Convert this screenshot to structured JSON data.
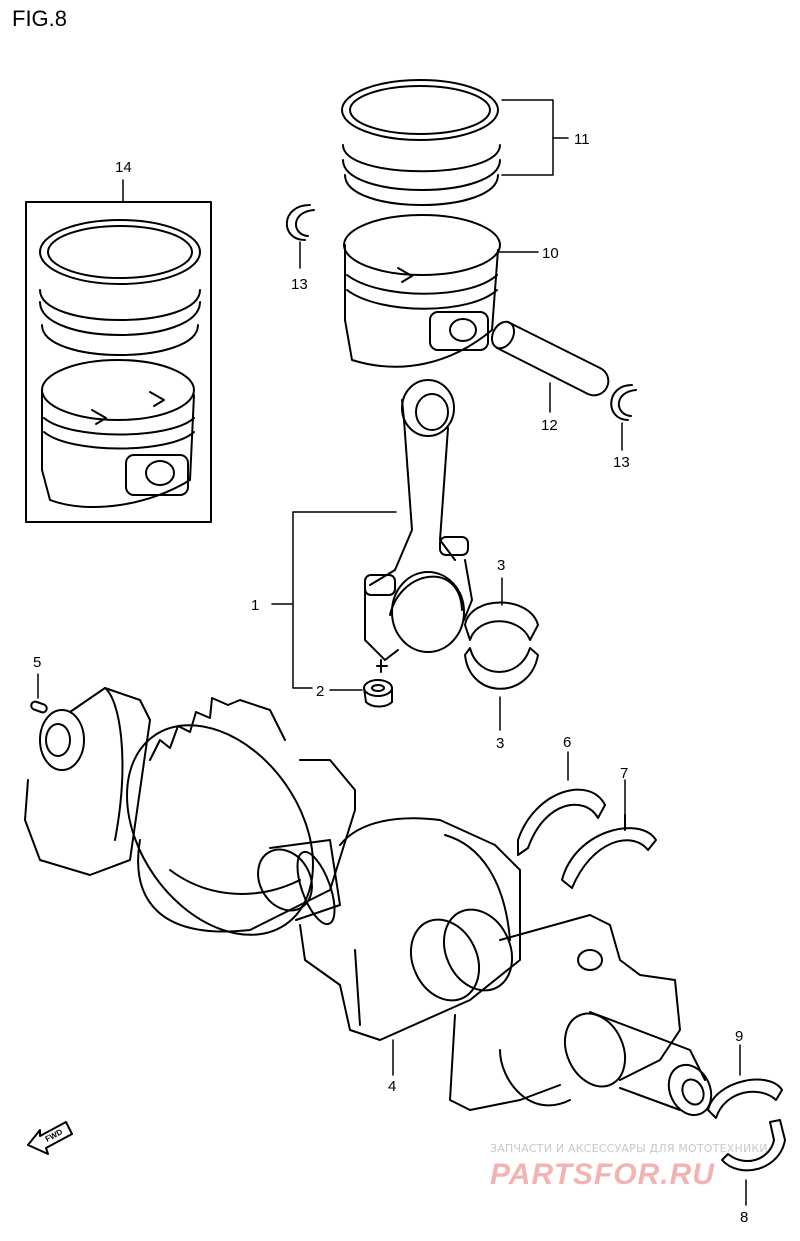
{
  "figure": {
    "title": "FIG.8"
  },
  "callouts": {
    "c1": "1",
    "c2": "2",
    "c3a": "3",
    "c3b": "3",
    "c4": "4",
    "c5": "5",
    "c6": "6",
    "c7": "7",
    "c8": "8",
    "c9": "9",
    "c10": "10",
    "c11": "11",
    "c12": "12",
    "c13a": "13",
    "c13b": "13",
    "c14": "14"
  },
  "fwd_badge": "FWD",
  "watermark": {
    "tagline": "ЗАПЧАСТИ И АКСЕССУАРЫ ДЛЯ МОТОТЕХНИКИ",
    "logo": "PARTSFOR.RU"
  },
  "colors": {
    "ink": "#000000",
    "watermark_logo": "#f3b3b3",
    "watermark_text": "#c8c8c8"
  }
}
